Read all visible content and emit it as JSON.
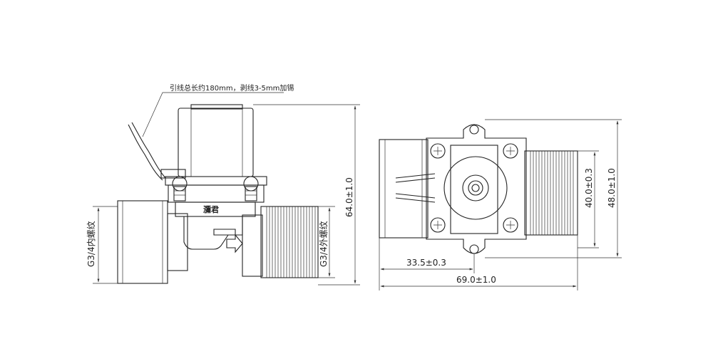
{
  "side_view": {
    "lead_wire_note": "引线总长约180mm，剥线3-5mm加锡",
    "brand_label": "瀰君",
    "left_port_label": "G3/4内螺纹",
    "right_port_label": "G3/4外螺纹",
    "height_dim": "64.0±1.0"
  },
  "top_view": {
    "width_inner_dim": "40.0±0.3",
    "width_outer_dim": "48.0±1.0",
    "offset_dim": "33.5±0.3",
    "length_dim": "69.0±1.0"
  }
}
